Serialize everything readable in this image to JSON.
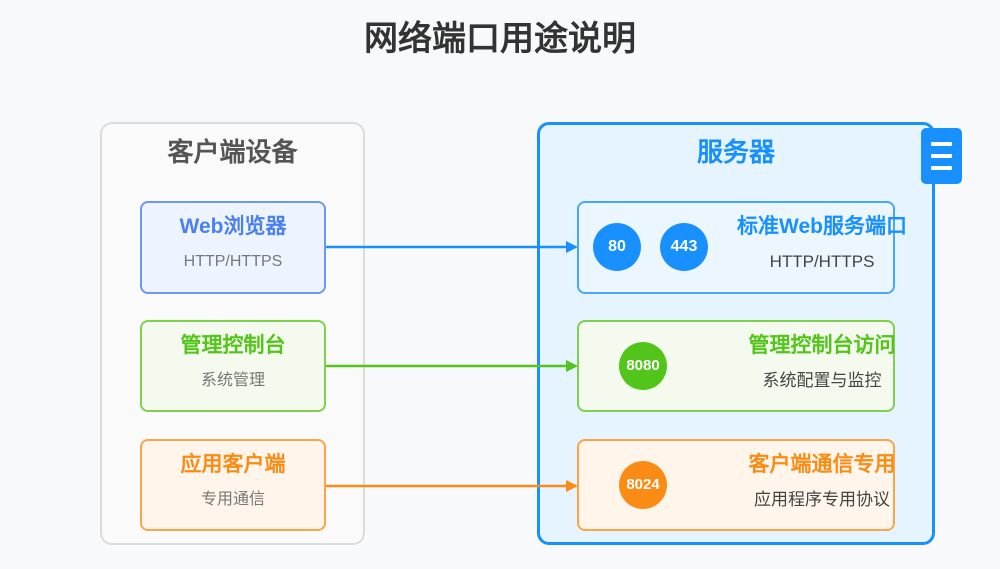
{
  "title": "网络端口用途说明",
  "colors": {
    "blue": "#1890ff",
    "client_blue": "#4a80f0",
    "green": "#52c41a",
    "orange": "#fa8c16"
  },
  "client": {
    "title": "客户端设备",
    "cards": [
      {
        "title": "Web浏览器",
        "subtitle": "HTTP/HTTPS"
      },
      {
        "title": "管理控制台",
        "subtitle": "系统管理"
      },
      {
        "title": "应用客户端",
        "subtitle": "专用通信"
      }
    ]
  },
  "server": {
    "title": "服务器",
    "icon": "server-icon",
    "cards": [
      {
        "ports": [
          "80",
          "443"
        ],
        "title": "标准Web服务端口",
        "subtitle": "HTTP/HTTPS"
      },
      {
        "ports": [
          "8080"
        ],
        "title": "管理控制台访问",
        "subtitle": "系统配置与监控"
      },
      {
        "ports": [
          "8024"
        ],
        "title": "客户端通信专用",
        "subtitle": "应用程序专用协议"
      }
    ]
  }
}
